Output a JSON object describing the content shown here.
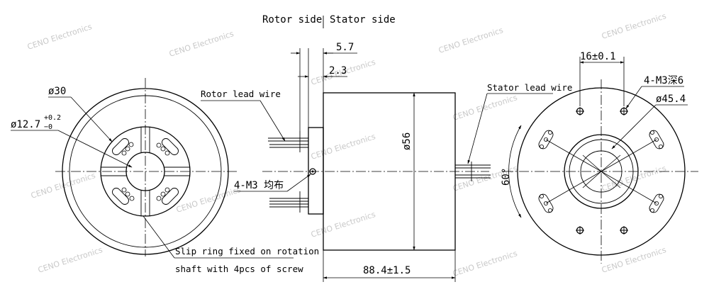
{
  "header": {
    "rotor_side": "Rotor side",
    "stator_side": "Stator side"
  },
  "dimensions": {
    "d30": "ø30",
    "d12_7": "ø12.7",
    "tol_plus": "+0.2",
    "tol_minus": "−0",
    "d56": "ø56",
    "len": "88.4±1.5",
    "flange_5_7": "5.7",
    "flange_2_3": "2.3",
    "spacing": "16±0.1",
    "holes": "4-M3深6",
    "pcd": "ø45.4",
    "angle": "60°"
  },
  "labels": {
    "rotor_lead": "Rotor lead wire",
    "stator_lead": "Stator lead wire",
    "screws": "4-M3 均布",
    "note_line1": "Slip ring fixed on rotation",
    "note_line2": "shaft with 4pcs of screw"
  },
  "watermark": "CENO Electronics"
}
